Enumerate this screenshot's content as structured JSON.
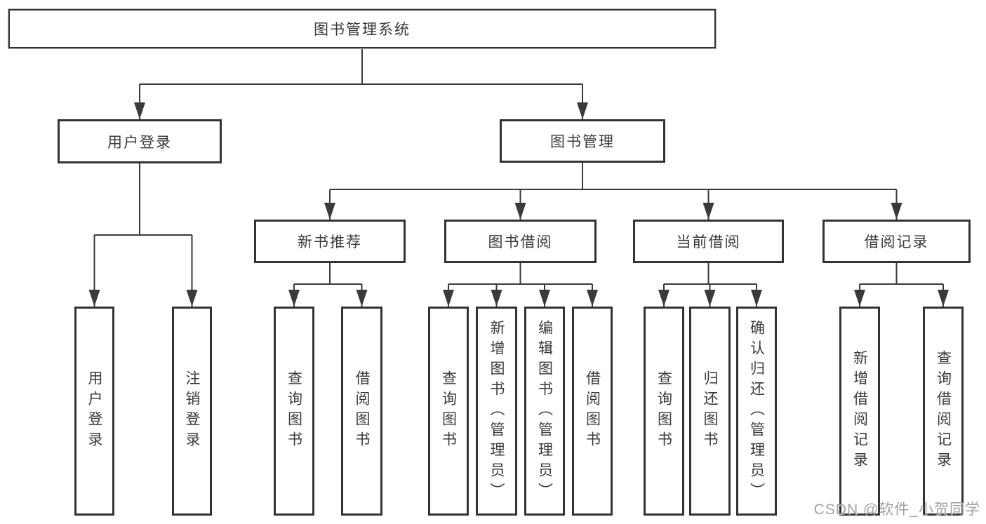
{
  "diagram_title": "图书管理系统",
  "nodes": {
    "root": "图书管理系统",
    "user_login": "用户登录",
    "book_management": "图书管理",
    "new_book_recommend": "新书推荐",
    "book_borrowing": "图书借阅",
    "current_borrowing": "当前借阅",
    "borrowing_records": "借阅记录",
    "leaves": {
      "user_login": [
        "用户登录",
        "注销登录"
      ],
      "new_book_recommend": [
        "查询图书",
        "借阅图书"
      ],
      "book_borrowing": [
        "查询图书",
        "新增图书（管理员）",
        "编辑图书（管理员）",
        "借阅图书"
      ],
      "current_borrowing": [
        "查询图书",
        "归还图书",
        "确认归还（管理员）"
      ],
      "borrowing_records": [
        "新增借阅记录",
        "查询借阅记录"
      ]
    }
  },
  "colors": {
    "line": "#3a3a3a",
    "border": "#333333",
    "text": "#3a3a3a",
    "background": "#ffffff",
    "watermark": "#919191"
  },
  "watermark": "CSDN @软件_小贺同学"
}
